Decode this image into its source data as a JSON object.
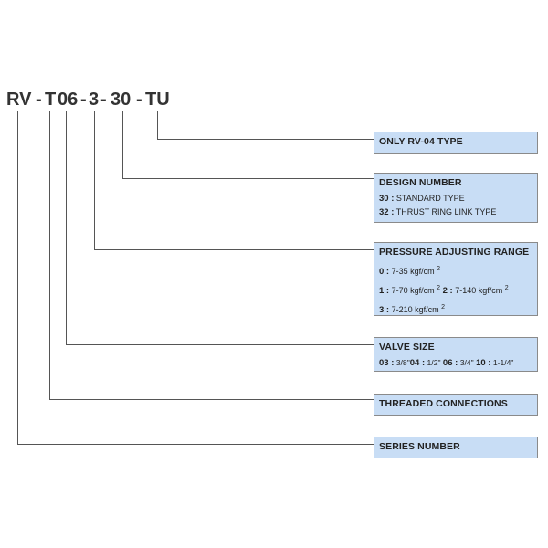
{
  "model_code": {
    "series": "RV",
    "d1": "-",
    "conn": "T",
    "size": "06",
    "d2": "-",
    "pressure": "3",
    "d3": "-",
    "design": "30",
    "d4": "-",
    "suffix": "TU"
  },
  "boxes": {
    "tu": {
      "title": "ONLY RV-04 TYPE"
    },
    "design": {
      "title": "DESIGN NUMBER",
      "items": [
        {
          "code": "30 :",
          "text": "STANDARD TYPE"
        },
        {
          "code": "32 :",
          "text": "THRUST RING LINK TYPE"
        }
      ]
    },
    "pressure": {
      "title": "PRESSURE ADJUSTING RANGE",
      "items": [
        {
          "code": "0 :",
          "text": "7-35 kgf/cm",
          "sup": "2"
        },
        {
          "code": "1 :",
          "text": "7-70 kgf/cm",
          "sup": "2"
        },
        {
          "code": "2 :",
          "text": "7-140 kgf/cm",
          "sup": "2"
        },
        {
          "code": "3 :",
          "text": "7-210 kgf/cm",
          "sup": "2"
        }
      ]
    },
    "valve_size": {
      "title": "VALVE SIZE",
      "items": [
        {
          "code": "03 :",
          "text": "3/8\""
        },
        {
          "code": "04 :",
          "text": "1/2\""
        },
        {
          "code": "06 :",
          "text": "3/4\""
        },
        {
          "code": "10 :",
          "text": "1-1/4\""
        }
      ]
    },
    "threaded": {
      "title": "THREADED CONNECTIONS"
    },
    "series": {
      "title": "SERIES NUMBER"
    }
  },
  "colors": {
    "box_fill": "#c8ddf5",
    "box_border": "#8a8a8a",
    "line": "#555555",
    "text": "#333333"
  }
}
